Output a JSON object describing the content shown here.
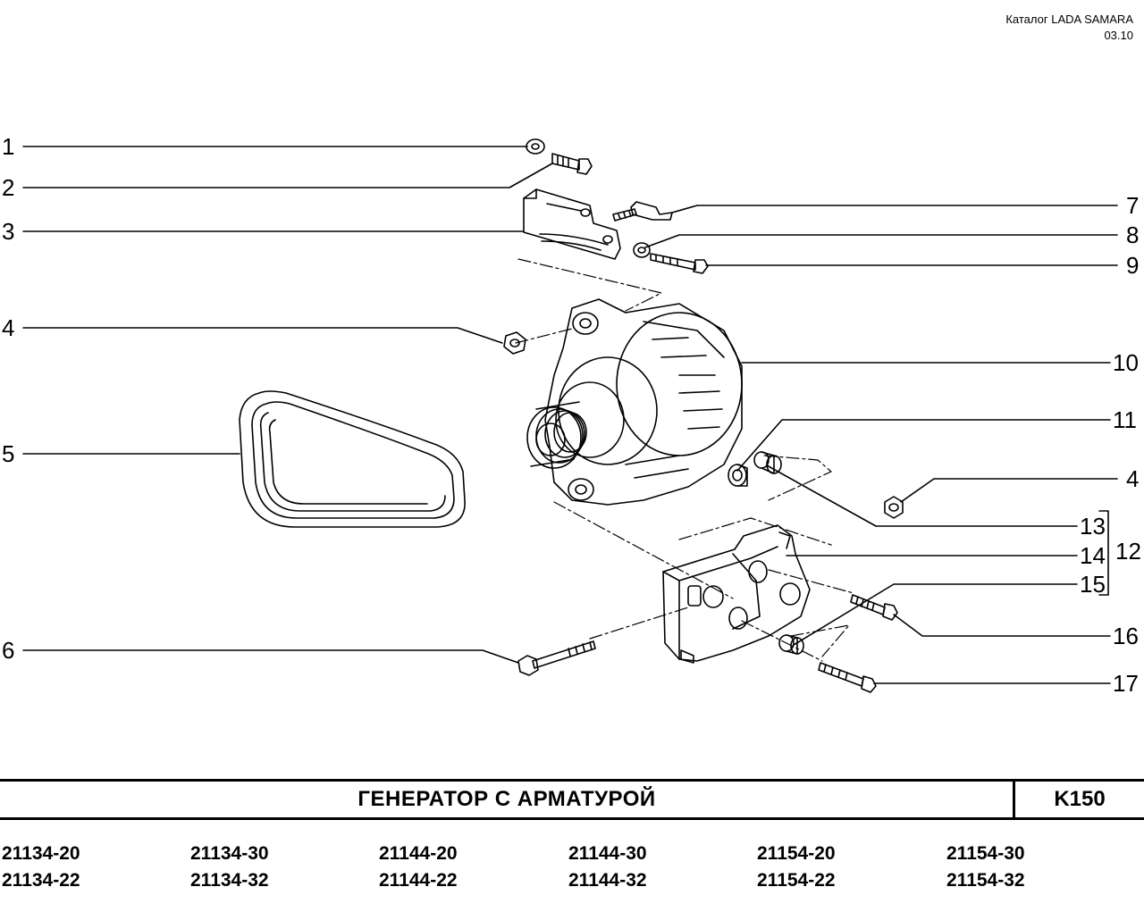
{
  "header": {
    "catalog": "Каталог  LADA SAMARA",
    "date": "03.10"
  },
  "callouts": {
    "c1": "1",
    "c2": "2",
    "c3": "3",
    "c4a": "4",
    "c5": "5",
    "c6": "6",
    "c7": "7",
    "c8": "8",
    "c9": "9",
    "c10": "10",
    "c11": "11",
    "c4b": "4",
    "c13": "13",
    "c14": "14",
    "c15": "15",
    "c12": "12",
    "c16": "16",
    "c17": "17"
  },
  "title": {
    "text": "ГЕНЕРАТОР   С   АРМАТУРОЙ",
    "code": "K150"
  },
  "models": [
    [
      "21134-20",
      "21134-22"
    ],
    [
      "21134-30",
      "21134-32"
    ],
    [
      "21144-20",
      "21144-22"
    ],
    [
      "21144-30",
      "21144-32"
    ],
    [
      "21154-20",
      "21154-22"
    ],
    [
      "21154-30",
      "21154-32"
    ]
  ]
}
